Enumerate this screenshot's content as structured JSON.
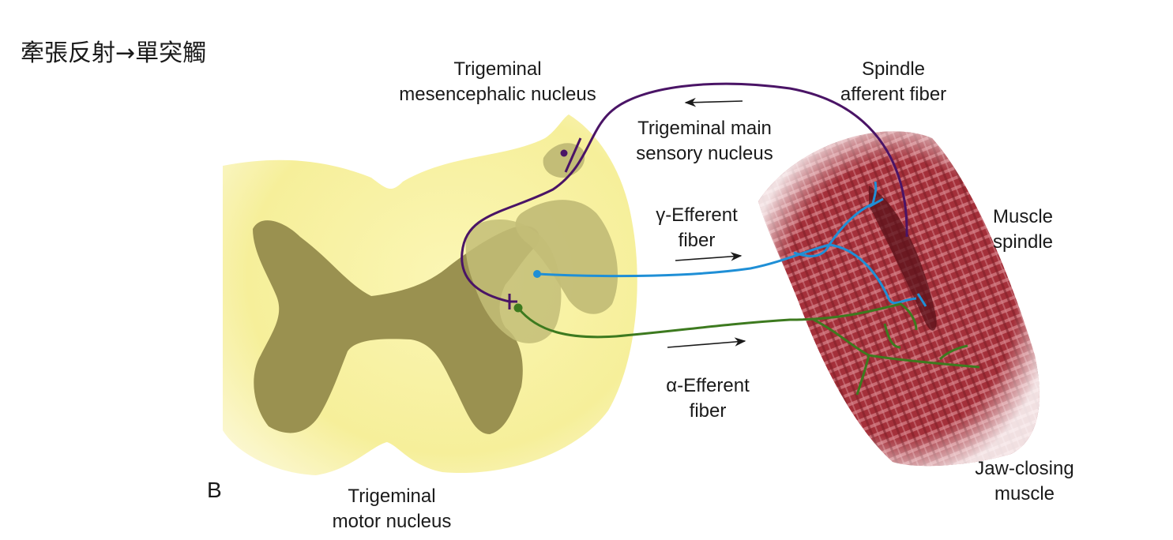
{
  "title": "牽張反射→單突觸",
  "panel_letter": "B",
  "labels": {
    "mesencephalic_nucleus": [
      "Trigeminal",
      "mesencephalic nucleus"
    ],
    "main_sensory_nucleus": [
      "Trigeminal main",
      "sensory nucleus"
    ],
    "motor_nucleus": [
      "Trigeminal",
      "motor nucleus"
    ],
    "spindle_afferent": [
      "Spindle",
      "afferent fiber"
    ],
    "gamma_efferent": [
      "γ-Efferent",
      "fiber"
    ],
    "alpha_efferent": [
      "α-Efferent",
      "fiber"
    ],
    "muscle_spindle": [
      "Muscle",
      "spindle"
    ],
    "jaw_closing_muscle": [
      "Jaw-closing",
      "muscle"
    ]
  },
  "colors": {
    "brainstem": "#f6ef9a",
    "gray_matter": "#9a9150",
    "nucleus": "#c3bd77",
    "afferent": "#4a1466",
    "gamma": "#1f8fd6",
    "alpha": "#3d7a1f",
    "muscle": "#a8323a"
  }
}
